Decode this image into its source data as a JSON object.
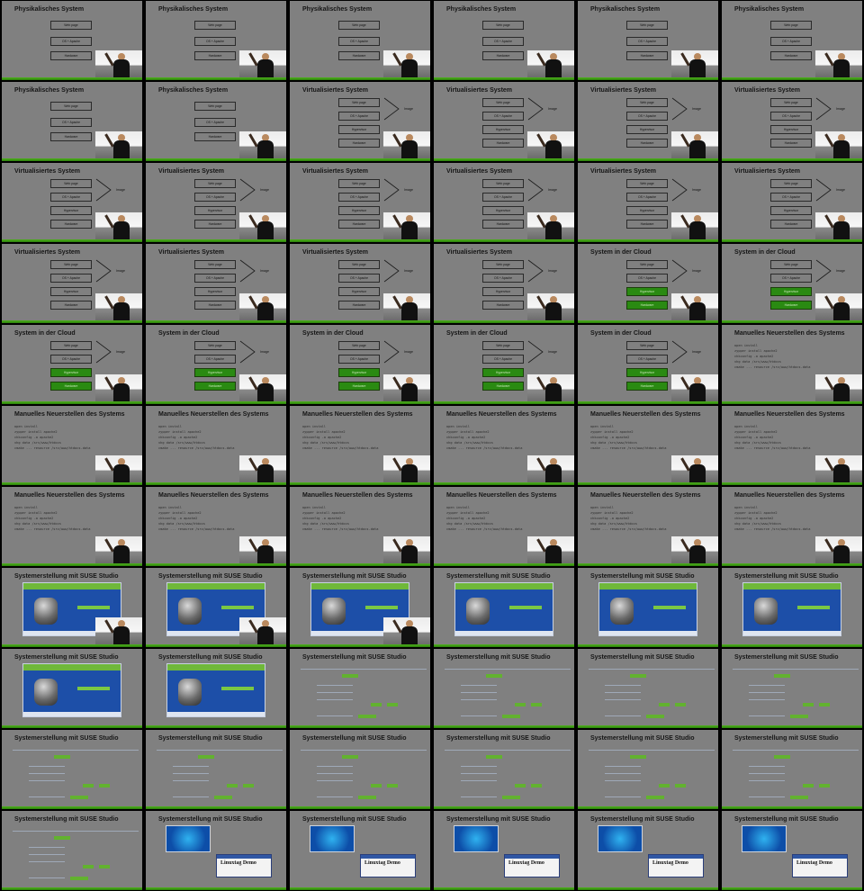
{
  "box_labels": {
    "web": "Web page",
    "os": "OS + Apache",
    "hw": "Hardware",
    "hyp": "Hypervisor"
  },
  "virt_label": "Image",
  "code_lines": [
    "open install",
    "zypper install apache2",
    "chkconfig -a apache2",
    "vhg data /srv/www/htdocs",
    "cmake ... resource /srv/www/htdocs-data"
  ],
  "demo": {
    "title": "Linuxtag Demo"
  },
  "frames": [
    {
      "title": "Physikalisches System",
      "layout": "phys",
      "video": true
    },
    {
      "title": "Physikalisches System",
      "layout": "phys",
      "video": true
    },
    {
      "title": "Physikalisches System",
      "layout": "phys",
      "video": true
    },
    {
      "title": "Physikalisches System",
      "layout": "phys",
      "video": true
    },
    {
      "title": "Physikalisches System",
      "layout": "phys",
      "video": true
    },
    {
      "title": "Physikalisches System",
      "layout": "phys",
      "video": true
    },
    {
      "title": "Physikalisches System",
      "layout": "phys",
      "video": true
    },
    {
      "title": "Physikalisches System",
      "layout": "phys",
      "video": true
    },
    {
      "title": "Virtualisiertes System",
      "layout": "virt",
      "video": true
    },
    {
      "title": "Virtualisiertes System",
      "layout": "virt",
      "video": true
    },
    {
      "title": "Virtualisiertes System",
      "layout": "virt",
      "video": true
    },
    {
      "title": "Virtualisiertes System",
      "layout": "virt",
      "video": true
    },
    {
      "title": "Virtualisiertes System",
      "layout": "virt",
      "video": true
    },
    {
      "title": "Virtualisiertes System",
      "layout": "virt",
      "video": true
    },
    {
      "title": "Virtualisiertes System",
      "layout": "virt",
      "video": true
    },
    {
      "title": "Virtualisiertes System",
      "layout": "virt",
      "video": true
    },
    {
      "title": "Virtualisiertes System",
      "layout": "virt",
      "video": true
    },
    {
      "title": "Virtualisiertes System",
      "layout": "virt",
      "video": true
    },
    {
      "title": "Virtualisiertes System",
      "layout": "virt",
      "video": true
    },
    {
      "title": "Virtualisiertes System",
      "layout": "virt",
      "video": true
    },
    {
      "title": "Virtualisiertes System",
      "layout": "virt",
      "video": true
    },
    {
      "title": "Virtualisiertes System",
      "layout": "virt",
      "video": true
    },
    {
      "title": "System in der Cloud",
      "layout": "cloud",
      "video": true
    },
    {
      "title": "System in der Cloud",
      "layout": "cloud",
      "video": true
    },
    {
      "title": "System in der Cloud",
      "layout": "cloud",
      "video": true
    },
    {
      "title": "System in der Cloud",
      "layout": "cloud",
      "video": true
    },
    {
      "title": "System in der Cloud",
      "layout": "cloud",
      "video": true
    },
    {
      "title": "System in der Cloud",
      "layout": "cloud",
      "video": true
    },
    {
      "title": "System in der Cloud",
      "layout": "cloud",
      "video": true
    },
    {
      "title": "Manuelles Neuerstellen des Systems",
      "layout": "code",
      "video": true
    },
    {
      "title": "Manuelles Neuerstellen des Systems",
      "layout": "code",
      "video": true
    },
    {
      "title": "Manuelles Neuerstellen des Systems",
      "layout": "code",
      "video": true
    },
    {
      "title": "Manuelles Neuerstellen des Systems",
      "layout": "code",
      "video": true
    },
    {
      "title": "Manuelles Neuerstellen des Systems",
      "layout": "code",
      "video": true
    },
    {
      "title": "Manuelles Neuerstellen des Systems",
      "layout": "code",
      "video": true
    },
    {
      "title": "Manuelles Neuerstellen des Systems",
      "layout": "code",
      "video": true
    },
    {
      "title": "Manuelles Neuerstellen des Systems",
      "layout": "code",
      "video": true
    },
    {
      "title": "Manuelles Neuerstellen des Systems",
      "layout": "code",
      "video": true
    },
    {
      "title": "Manuelles Neuerstellen des Systems",
      "layout": "code",
      "video": true
    },
    {
      "title": "Manuelles Neuerstellen des Systems",
      "layout": "code",
      "video": true
    },
    {
      "title": "Manuelles Neuerstellen des Systems",
      "layout": "code",
      "video": true
    },
    {
      "title": "Manuelles Neuerstellen des Systems",
      "layout": "code",
      "video": true
    },
    {
      "title": "Systemerstellung mit SUSE Studio",
      "layout": "suse",
      "video": true
    },
    {
      "title": "Systemerstellung mit SUSE Studio",
      "layout": "suse",
      "video": true
    },
    {
      "title": "Systemerstellung mit SUSE Studio",
      "layout": "suse",
      "video": true
    },
    {
      "title": "Systemerstellung mit SUSE Studio",
      "layout": "suse",
      "video": false
    },
    {
      "title": "Systemerstellung mit SUSE Studio",
      "layout": "suse",
      "video": false
    },
    {
      "title": "Systemerstellung mit SUSE Studio",
      "layout": "suse",
      "video": false
    },
    {
      "title": "Systemerstellung mit SUSE Studio",
      "layout": "suse",
      "video": false
    },
    {
      "title": "Systemerstellung mit SUSE Studio",
      "layout": "suse",
      "video": false
    },
    {
      "title": "Systemerstellung mit SUSE Studio",
      "layout": "form",
      "video": false
    },
    {
      "title": "Systemerstellung mit SUSE Studio",
      "layout": "form",
      "video": false
    },
    {
      "title": "Systemerstellung mit SUSE Studio",
      "layout": "form",
      "video": false
    },
    {
      "title": "Systemerstellung mit SUSE Studio",
      "layout": "form",
      "video": false
    },
    {
      "title": "Systemerstellung mit SUSE Studio",
      "layout": "form",
      "video": false
    },
    {
      "title": "Systemerstellung mit SUSE Studio",
      "layout": "form",
      "video": false
    },
    {
      "title": "Systemerstellung mit SUSE Studio",
      "layout": "form",
      "video": false
    },
    {
      "title": "Systemerstellung mit SUSE Studio",
      "layout": "form",
      "video": false
    },
    {
      "title": "Systemerstellung mit SUSE Studio",
      "layout": "form",
      "video": false
    },
    {
      "title": "Systemerstellung mit SUSE Studio",
      "layout": "form",
      "video": false
    },
    {
      "title": "Systemerstellung mit SUSE Studio",
      "layout": "form",
      "video": false
    },
    {
      "title": "Systemerstellung mit SUSE Studio",
      "layout": "demo",
      "video": false
    },
    {
      "title": "Systemerstellung mit SUSE Studio",
      "layout": "demo",
      "video": false
    },
    {
      "title": "Systemerstellung mit SUSE Studio",
      "layout": "demo",
      "video": false
    },
    {
      "title": "Systemerstellung mit SUSE Studio",
      "layout": "demo",
      "video": false
    },
    {
      "title": "Systemerstellung mit SUSE Studio",
      "layout": "demo",
      "video": false
    }
  ]
}
